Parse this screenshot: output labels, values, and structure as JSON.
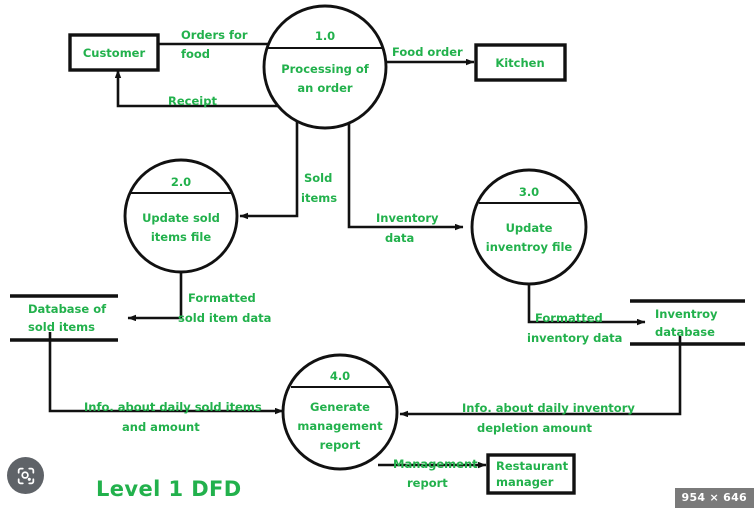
{
  "title": "Level 1 DFD",
  "colors": {
    "label_green": "#22b14c",
    "line_black": "#111111",
    "badge_gray": "#7a7a7a",
    "lens_gray": "#5f6368"
  },
  "entities": [
    {
      "id": "customer",
      "label": "Customer"
    },
    {
      "id": "kitchen",
      "label": "Kitchen"
    },
    {
      "id": "restaurant-manager",
      "label_line1": "Restaurant",
      "label_line2": "manager"
    }
  ],
  "processes": [
    {
      "id": "p1",
      "number": "1.0",
      "label_line1": "Processing of",
      "label_line2": "an order"
    },
    {
      "id": "p2",
      "number": "2.0",
      "label_line1": "Update sold",
      "label_line2": "items file"
    },
    {
      "id": "p3",
      "number": "3.0",
      "label_line1": "Update",
      "label_line2": "inventroy file"
    },
    {
      "id": "p4",
      "number": "4.0",
      "label_line1": "Generate",
      "label_line2": "management",
      "label_line3": "report"
    }
  ],
  "datastores": [
    {
      "id": "sold-items-db",
      "label_line1": "Database of",
      "label_line2": "sold items"
    },
    {
      "id": "inventory-db",
      "label_line1": "Inventroy",
      "label_line2": "database"
    }
  ],
  "flows": [
    {
      "id": "orders-for-food",
      "line1": "Orders for",
      "line2": "food"
    },
    {
      "id": "food-order",
      "line1": "Food order"
    },
    {
      "id": "receipt",
      "line1": "Receipt"
    },
    {
      "id": "sold-items",
      "line1": "Sold",
      "line2": "items"
    },
    {
      "id": "inventory-data",
      "line1": "Inventory",
      "line2": "data"
    },
    {
      "id": "formatted-sold-item-data",
      "line1": "Formatted",
      "line2": "sold item data"
    },
    {
      "id": "formatted-inventory-data",
      "line1": "Formatted",
      "line2": "inventory data"
    },
    {
      "id": "info-daily-sold",
      "line1": "Info. about daily sold items",
      "line2": "and amount"
    },
    {
      "id": "info-daily-inventory",
      "line1": "Info. about daily inventory",
      "line2": "depletion amount"
    },
    {
      "id": "management-report",
      "line1": "Management",
      "line2": "report"
    }
  ],
  "overlay": {
    "lens_icon": "lens-icon",
    "size_badge": "954 × 646"
  }
}
